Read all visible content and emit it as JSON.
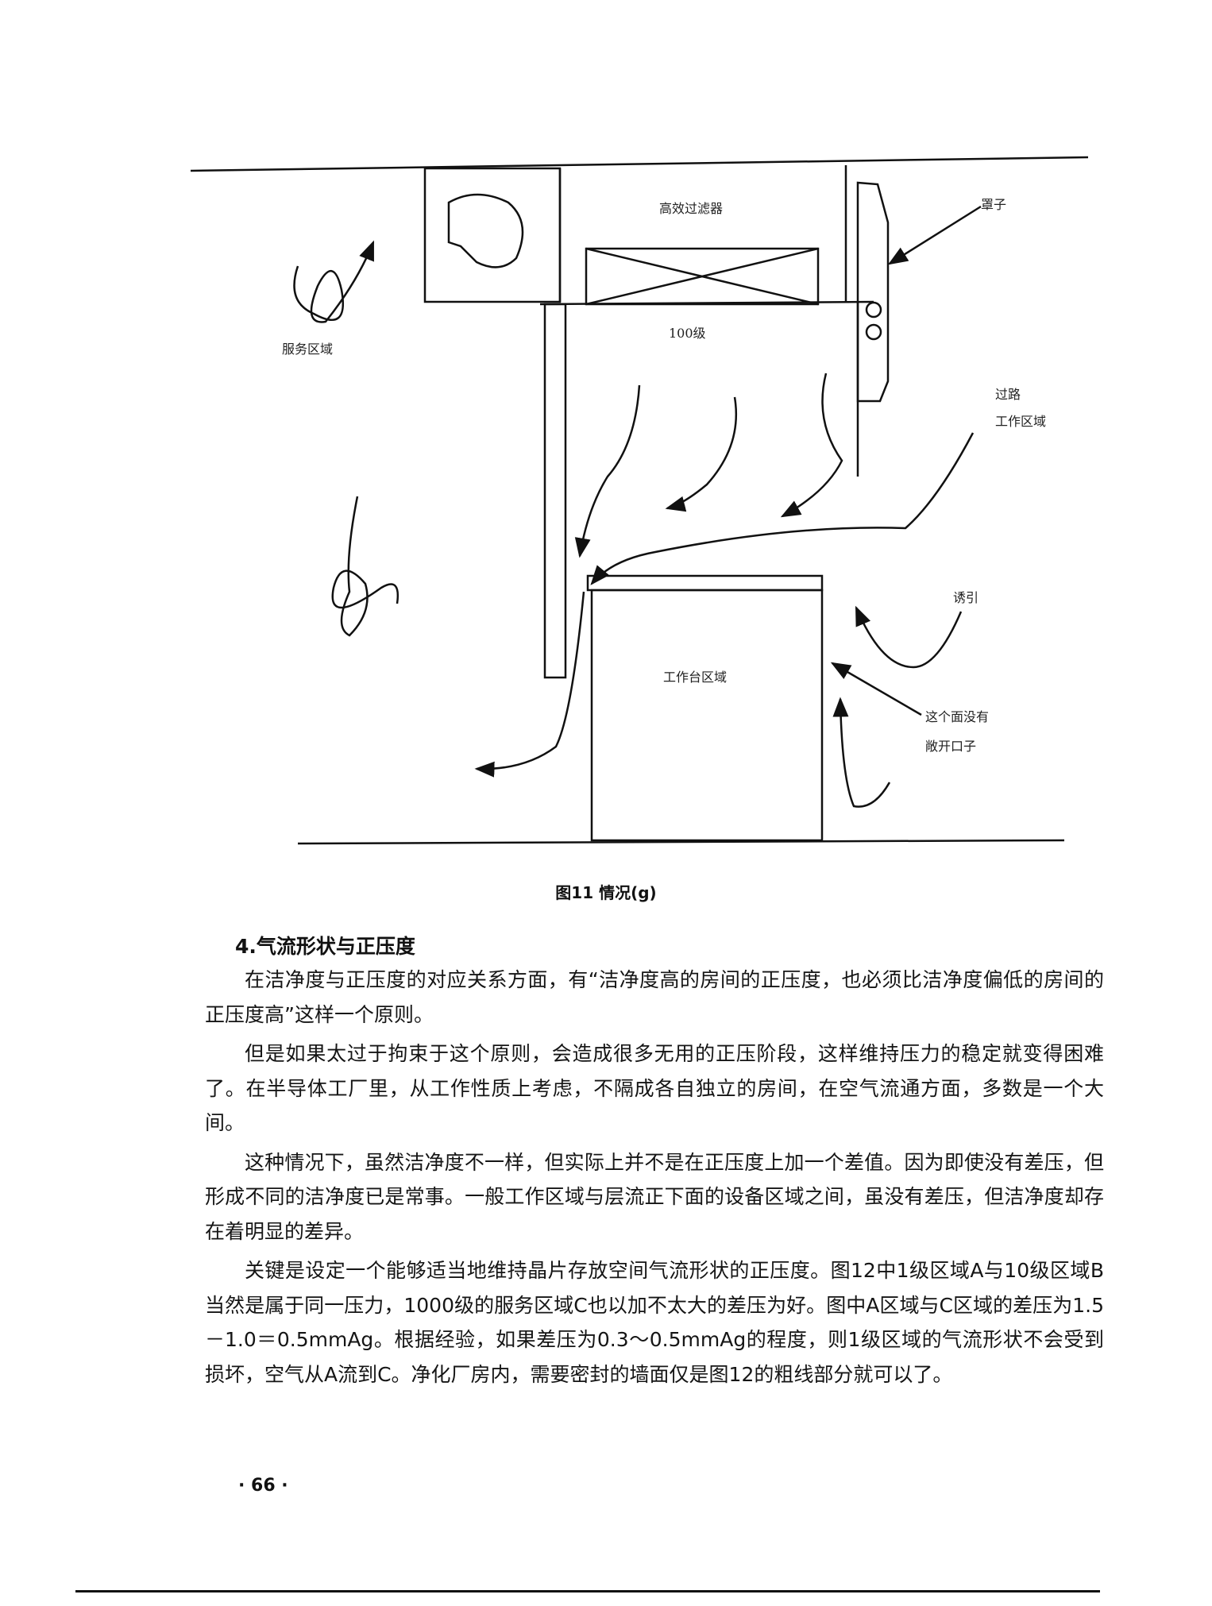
{
  "figure": {
    "labels": {
      "hepa_filter": "高效过滤器",
      "hood": "罩子",
      "class_100": "100级",
      "service_area": "服务区域",
      "aisle_work_area_line1": "过路",
      "aisle_work_area_line2": "工作区域",
      "induction": "诱引",
      "workbench_area": "工作台区域",
      "no_opening_line1": "这个面没有",
      "no_opening_line2": "敞开口子"
    },
    "caption": "图11 情况(g)"
  },
  "section": {
    "heading": "4.气流形状与正压度",
    "paragraphs": [
      "在洁净度与正压度的对应关系方面，有“洁净度高的房间的正压度，也必须比洁净度偏低的房间的正压度高”这样一个原则。",
      "但是如果太过于拘束于这个原则，会造成很多无用的正压阶段，这样维持压力的稳定就变得困难了。在半导体工厂里，从工作性质上考虑，不隔成各自独立的房间，在空气流通方面，多数是一个大间。",
      "这种情况下，虽然洁净度不一样，但实际上并不是在正压度上加一个差值。因为即使没有差压，但形成不同的洁净度已是常事。一般工作区域与层流正下面的设备区域之间，虽没有差压，但洁净度却存在着明显的差异。",
      "关键是设定一个能够适当地维持晶片存放空间气流形状的正压度。图12中1级区域A与10级区域B当然是属于同一压力，1000级的服务区域C也以加不太大的差压为好。图中A区域与C区域的差压为1.5－1.0＝0.5mmAg。根据经验，如果差压为0.3～0.5mmAg的程度，则1级区域的气流形状不会受到损坏，空气从A流到C。净化厂房内，需要密封的墙面仅是图12的粗线部分就可以了。"
    ]
  },
  "page_number": "· 66 ·"
}
